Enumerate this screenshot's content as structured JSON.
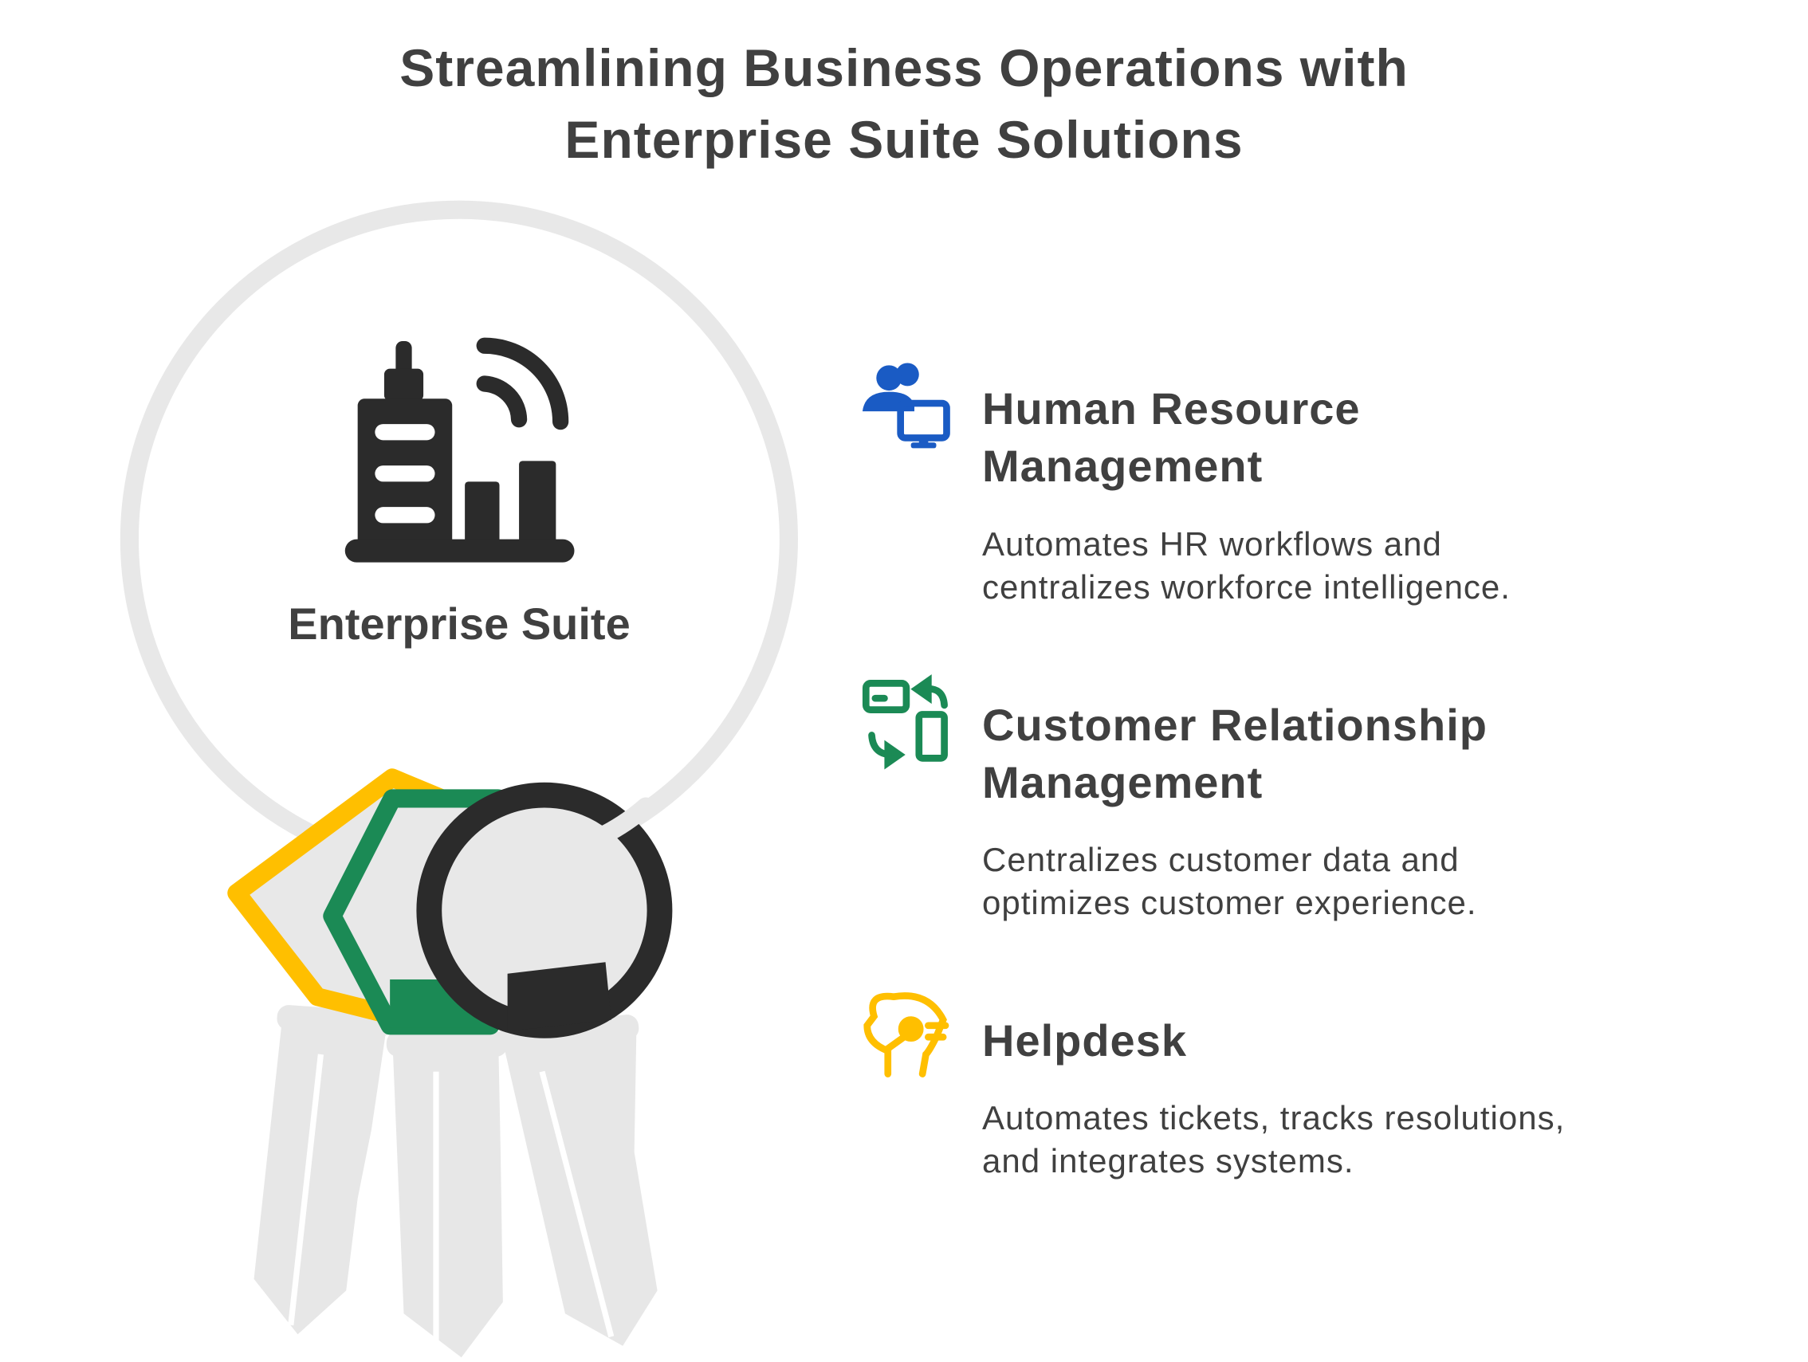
{
  "title": {
    "line1": "Streamlining Business Operations with",
    "line2": "Enterprise Suite Solutions"
  },
  "center": {
    "label": "Enterprise Suite",
    "icon": "building-signal-icon"
  },
  "items": [
    {
      "heading_line1": "Human Resource",
      "heading_line2": "Management",
      "desc_line1": "Automates HR workflows and",
      "desc_line2": "centralizes workforce intelligence.",
      "icon": "users-monitor-icon",
      "color": "#1A5BC4"
    },
    {
      "heading_line1": "Customer Relationship",
      "heading_line2": "Management",
      "desc_line1": "Centralizes customer data and",
      "desc_line2": "optimizes customer experience.",
      "icon": "card-phone-sync-icon",
      "color": "#1B8A55"
    },
    {
      "heading_line1": "Helpdesk",
      "desc_line1": "Automates tickets, tracks resolutions,",
      "desc_line2": "and integrates systems.",
      "icon": "headset-agent-icon",
      "color": "#FFBF00"
    }
  ]
}
